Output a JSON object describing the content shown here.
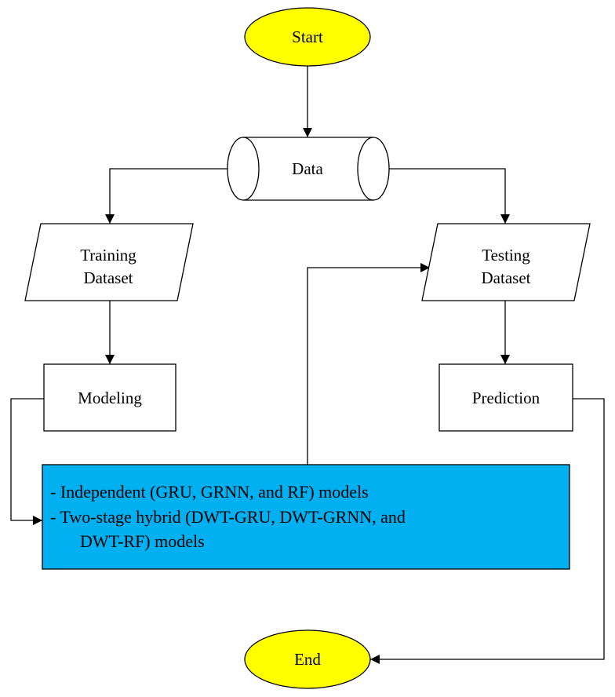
{
  "colors": {
    "terminal_fill": "#ffff00",
    "models_fill": "#00b0f0",
    "stroke": "#000000"
  },
  "nodes": {
    "start": {
      "label": "Start"
    },
    "data": {
      "label": "Data"
    },
    "training": {
      "line1": "Training",
      "line2": "Dataset"
    },
    "testing": {
      "line1": "Testing",
      "line2": "Dataset"
    },
    "modeling": {
      "label": "Modeling"
    },
    "prediction": {
      "label": "Prediction"
    },
    "models": {
      "line1": "- Independent (GRU, GRNN, and RF) models",
      "line2": "- Two-stage hybrid (DWT-GRU, DWT-GRNN, and",
      "line3": "DWT-RF) models"
    },
    "end": {
      "label": "End"
    }
  }
}
